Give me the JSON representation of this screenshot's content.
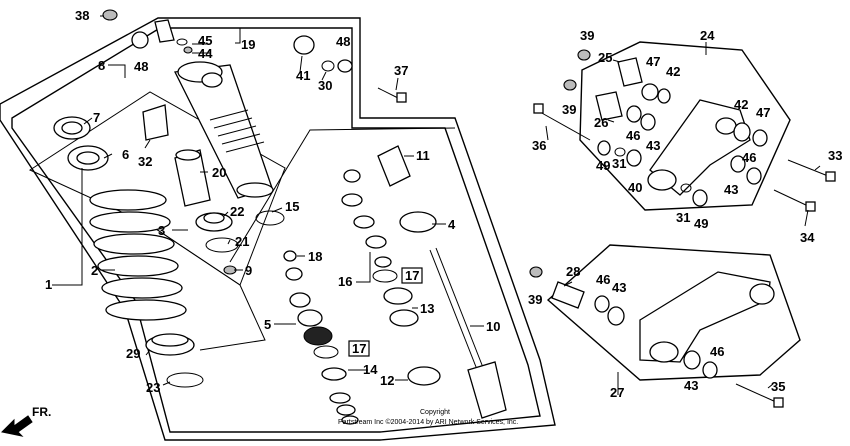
{
  "callouts": {
    "c1": "1",
    "c2": "2",
    "c3": "3",
    "c4": "4",
    "c5": "5",
    "c6": "6",
    "c7": "7",
    "c8": "8",
    "c9": "9",
    "c10": "10",
    "c11": "11",
    "c12": "12",
    "c13": "13",
    "c14": "14",
    "c15": "15",
    "c16": "16",
    "c17a": "17",
    "c17b": "17",
    "c18": "18",
    "c19": "19",
    "c20": "20",
    "c21": "21",
    "c22": "22",
    "c23": "23",
    "c24": "24",
    "c25": "25",
    "c26": "26",
    "c27": "27",
    "c28": "28",
    "c29": "29",
    "c30": "30",
    "c31a": "31",
    "c31b": "31",
    "c32": "32",
    "c33": "33",
    "c34": "34",
    "c35": "35",
    "c36": "36",
    "c37": "37",
    "c38": "38",
    "c39a": "39",
    "c39b": "39",
    "c39c": "39",
    "c40": "40",
    "c41": "41",
    "c42a": "42",
    "c42b": "42",
    "c43a": "43",
    "c43b": "43",
    "c43c": "43",
    "c43d": "43",
    "c44": "44",
    "c45": "45",
    "c46a": "46",
    "c46b": "46",
    "c46c": "46",
    "c46d": "46",
    "c47a": "47",
    "c47b": "47",
    "c48a": "48",
    "c48b": "48",
    "c49a": "49",
    "c49b": "49"
  },
  "front_arrow": "FR.",
  "copyright": {
    "line1": "Copyright",
    "line2": "Partstream Inc ©2004-2014 by ARI Network Services, Inc."
  }
}
